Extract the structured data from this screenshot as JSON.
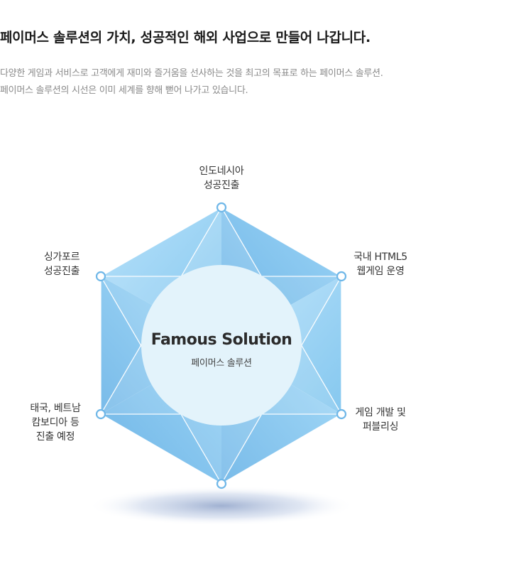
{
  "heading": "페이머스 솔루션의 가치, 성공적인 해외 사업으로 만들어 나갑니다.",
  "description": {
    "line1": "다양한 게임과 서비스로 고객에게 재미와 즐거움을 선사하는 것을 최고의 목표로 하는 페이머스 솔루션.",
    "line2": "페이머스 솔루션의 시선은 이미 세계를 향해 뻗어 나가고 있습니다."
  },
  "diagram": {
    "center_title": "Famous Solution",
    "center_subtitle": "페이머스 솔루션",
    "nodes": {
      "top": {
        "line1": "인도네시아",
        "line2": "성공진출"
      },
      "upper_left": {
        "line1": "싱가포르",
        "line2": "성공진출"
      },
      "upper_right": {
        "line1": "국내 HTML5",
        "line2": "웹게임 운영"
      },
      "lower_left": {
        "line1": "태국, 베트남",
        "line2": "캄보디아 등",
        "line3": "진출 예정"
      },
      "lower_right": {
        "line1": "게임 개발 및",
        "line2": "퍼블리싱"
      }
    },
    "colors": {
      "hex_light": "#a9d9f7",
      "hex_mid": "#8ccaf0",
      "hex_dark": "#6fb7e8",
      "circle": "#e3f3fb",
      "node_stroke": "#6fb7e8"
    }
  }
}
